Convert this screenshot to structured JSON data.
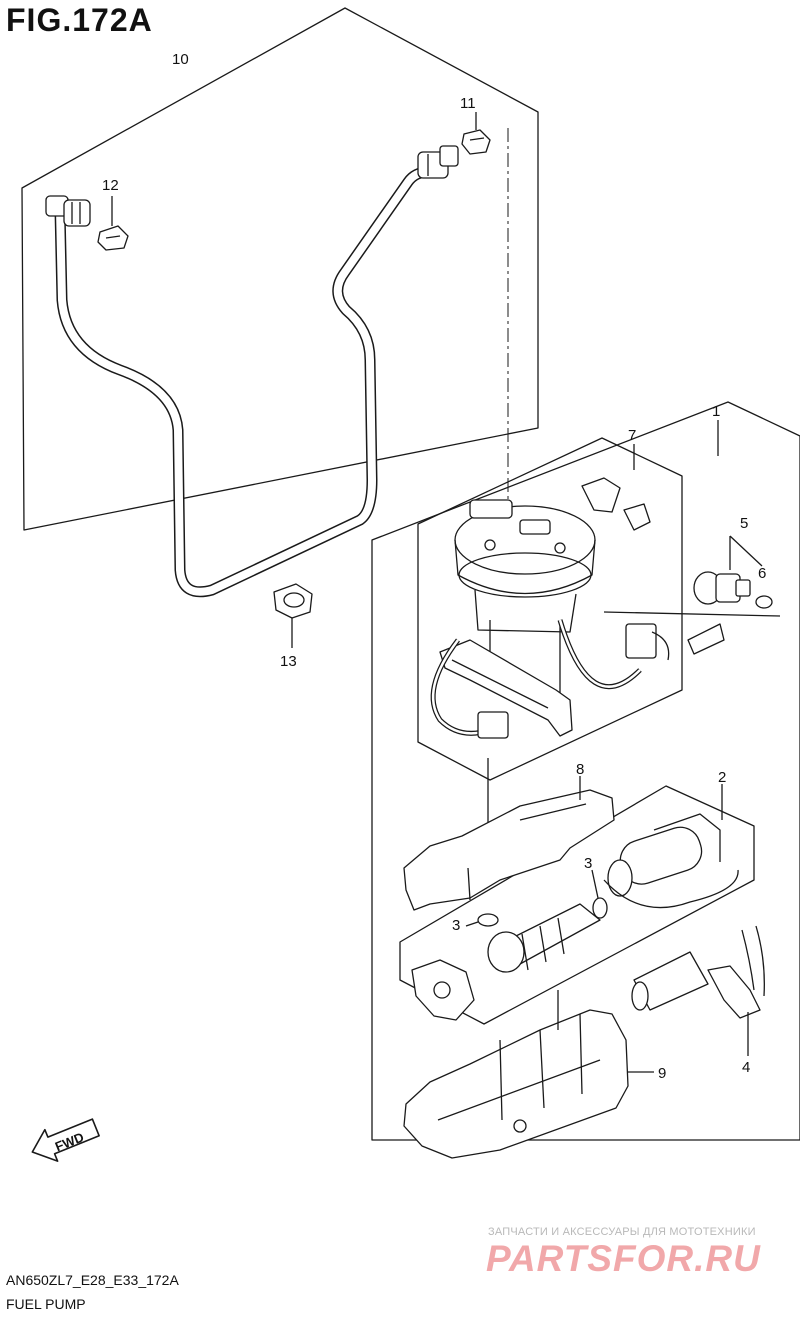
{
  "figure": {
    "title": "FIG.172A",
    "model_code": "AN650ZL7_E28_E33_172A",
    "caption": "FUEL PUMP"
  },
  "callouts": {
    "c1": "1",
    "c2": "2",
    "c3a": "3",
    "c3b": "3",
    "c4": "4",
    "c5": "5",
    "c6": "6",
    "c7": "7",
    "c8": "8",
    "c9": "9",
    "c10": "10",
    "c11": "11",
    "c12": "12",
    "c13": "13"
  },
  "direction": {
    "label": "FWD"
  },
  "watermark": {
    "subtitle": "ЗАПЧАСТИ И АКСЕССУАРЫ ДЛЯ МОТОТЕХНИКИ",
    "logo": "PARTSFOR.RU"
  },
  "colors": {
    "line": "#1a1a1a",
    "watermark": "#f1a8aa"
  }
}
